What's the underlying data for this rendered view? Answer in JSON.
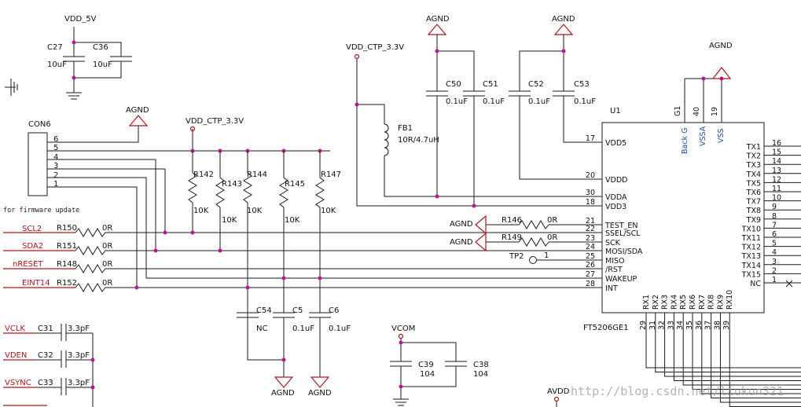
{
  "nets": {
    "vdd5": "VDD_5V",
    "vdd_ctp_1": "VDD_CTP_3.3V",
    "vdd_ctp_2": "VDD_CTP_3.3V",
    "agnd": "AGND",
    "vcom": "VCOM",
    "avdd": "AVDD"
  },
  "connector": {
    "ref": "CON6",
    "pins": [
      "6",
      "5",
      "4",
      "3",
      "2",
      "1"
    ],
    "note": "for firmware update"
  },
  "caps": {
    "c27": {
      "ref": "C27",
      "val": "10uF"
    },
    "c36": {
      "ref": "C36",
      "val": "10uF"
    },
    "c50": {
      "ref": "C50",
      "val": "0.1uF"
    },
    "c51": {
      "ref": "C51",
      "val": "0.1uF"
    },
    "c52": {
      "ref": "C52",
      "val": "0.1uF"
    },
    "c53": {
      "ref": "C53",
      "val": "0.1uF"
    },
    "c54": {
      "ref": "C54",
      "val": "NC"
    },
    "c5": {
      "ref": "C5",
      "val": "0.1uF"
    },
    "c6": {
      "ref": "C6",
      "val": "0.1uF"
    },
    "c39": {
      "ref": "C39",
      "val": "104"
    },
    "c38": {
      "ref": "C38",
      "val": "104"
    },
    "c31": {
      "ref": "C31",
      "val": "3.3pF"
    },
    "c32": {
      "ref": "C32",
      "val": "3.3pF"
    },
    "c33": {
      "ref": "C33",
      "val": "3.3pF"
    }
  },
  "pullups": {
    "r142": {
      "ref": "R142",
      "val": "10K"
    },
    "r143": {
      "ref": "R143",
      "val": "10K"
    },
    "r144": {
      "ref": "R144",
      "val": "10K"
    },
    "r145": {
      "ref": "R145",
      "val": "10K"
    },
    "r147": {
      "ref": "R147",
      "val": "10K"
    }
  },
  "ferrite": {
    "ref": "FB1",
    "val": "10R/4.7uH"
  },
  "signals": {
    "scl2": {
      "net": "SCL2",
      "ref": "R150",
      "val": "0R"
    },
    "sda2": {
      "net": "SDA2",
      "ref": "R151",
      "val": "0R"
    },
    "nreset": {
      "net": "nRESET",
      "ref": "R148",
      "val": "0R"
    },
    "eint14": {
      "net": "EINT14",
      "ref": "R152",
      "val": "0R"
    },
    "vclk": {
      "net": "VCLK"
    },
    "vden": {
      "net": "VDEN"
    },
    "vsync": {
      "net": "VSYNC"
    }
  },
  "straps": {
    "r146": {
      "ref": "R146",
      "val": "0R"
    },
    "r149": {
      "ref": "R149",
      "val": "0R"
    },
    "tp2": {
      "ref": "TP2",
      "pin": "1"
    }
  },
  "ic": {
    "ref": "U1",
    "part": "FT5206GE1",
    "top_pins": [
      {
        "num": "G1",
        "name": "Back G"
      },
      {
        "num": "40",
        "name": "VSSA"
      },
      {
        "num": "19",
        "name": "VSS"
      }
    ],
    "left_pins": [
      {
        "num": "17",
        "name": "VDD5"
      },
      {
        "num": "20",
        "name": "VDDD"
      },
      {
        "num": "30",
        "name": "VDDA"
      },
      {
        "num": "18",
        "name": "VDD3"
      },
      {
        "num": "21",
        "name": "TEST_EN"
      },
      {
        "num": "22",
        "name": "SSEL/SCL"
      },
      {
        "num": "23",
        "name": "SCK"
      },
      {
        "num": "24",
        "name": "MOSI/SDA"
      },
      {
        "num": "25",
        "name": "MISO"
      },
      {
        "num": "26",
        "name": "/RST"
      },
      {
        "num": "27",
        "name": "WAKEUP"
      },
      {
        "num": "28",
        "name": "INT"
      }
    ],
    "right_pins": [
      {
        "num": "16",
        "name": "TX1"
      },
      {
        "num": "15",
        "name": "TX2"
      },
      {
        "num": "14",
        "name": "TX3"
      },
      {
        "num": "13",
        "name": "TX4"
      },
      {
        "num": "12",
        "name": "TX5"
      },
      {
        "num": "11",
        "name": "TX6"
      },
      {
        "num": "10",
        "name": "TX7"
      },
      {
        "num": "9",
        "name": "TX8"
      },
      {
        "num": "8",
        "name": "TX9"
      },
      {
        "num": "7",
        "name": "TX10"
      },
      {
        "num": "6",
        "name": "TX11"
      },
      {
        "num": "5",
        "name": "TX12"
      },
      {
        "num": "4",
        "name": "TX13"
      },
      {
        "num": "3",
        "name": "TX14"
      },
      {
        "num": "2",
        "name": "TX15"
      },
      {
        "num": "1",
        "name": "NC"
      }
    ],
    "bottom_pins": [
      {
        "num": "29",
        "name": "RX1"
      },
      {
        "num": "31",
        "name": "RX2"
      },
      {
        "num": "32",
        "name": "RX3"
      },
      {
        "num": "33",
        "name": "RX4"
      },
      {
        "num": "34",
        "name": "RX5"
      },
      {
        "num": "35",
        "name": "RX6"
      },
      {
        "num": "36",
        "name": "RX7"
      },
      {
        "num": "37",
        "name": "RX8"
      },
      {
        "num": "38",
        "name": "RX9"
      },
      {
        "num": "39",
        "name": "RX10"
      }
    ]
  },
  "watermark": "http://blog.csdn.net/liukun321"
}
